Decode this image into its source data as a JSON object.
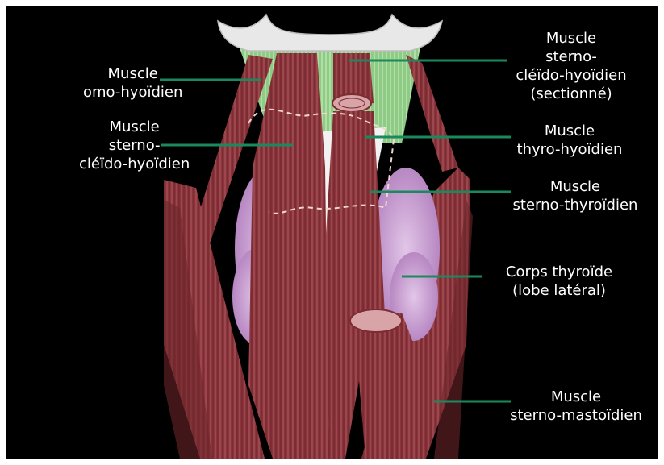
{
  "colors": {
    "background": "#000000",
    "leader_line": "#1a8a5e",
    "label_text": "#ffffff",
    "muscle": "#8e3a3f",
    "thyroid": "#c89ad0",
    "cartilage": "#eeeeee",
    "membrane": "#a6d49a"
  },
  "labels": {
    "omo_hyoidien": [
      "Muscle",
      "omo-hyoïdien"
    ],
    "sterno_cleido_hyoidien_left": [
      "Muscle",
      "sterno-",
      "cléïdo-hyoïdien"
    ],
    "sterno_cleido_hyoidien_sectionne": [
      "Muscle",
      "sterno-",
      "cléïdo-hyoïdien",
      "(sectionné)"
    ],
    "thyro_hyoidien": [
      "Muscle",
      "thyro-hyoïdien"
    ],
    "sterno_thyroidien": [
      "Muscle",
      "sterno-thyroïdien"
    ],
    "corps_thyroide": [
      "Corps thyroïde",
      "(lobe latéral)"
    ],
    "sterno_mastoidien": [
      "Muscle",
      "sterno-mastoïdien"
    ]
  }
}
